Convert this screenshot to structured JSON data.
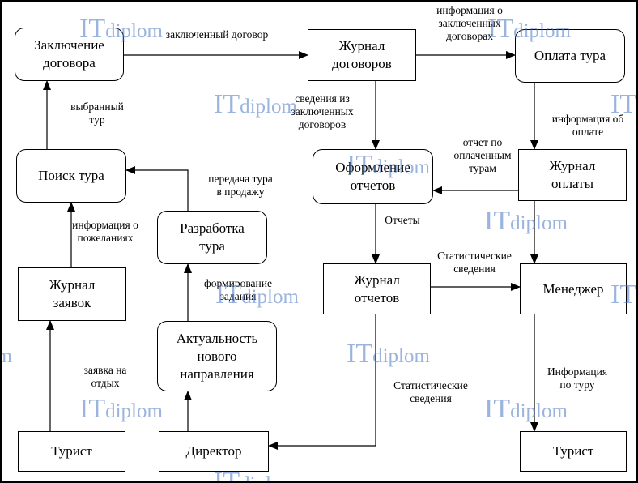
{
  "nodes": {
    "contract": "Заключение\nдоговора",
    "contracts_journal": "Журнал\nдоговоров",
    "tour_payment": "Оплата тура",
    "tour_search": "Поиск тура",
    "reporting": "Оформление\nотчетов",
    "payment_journal": "Журнал\nоплаты",
    "tour_development": "Разработка\nтура",
    "requests_journal": "Журнал\nзаявок",
    "reports_journal": "Журнал\nотчетов",
    "manager": "Менеджер",
    "new_direction": "Актуальность\nнового\nнаправления",
    "tourist_left": "Турист",
    "director": "Директор",
    "tourist_right": "Турист"
  },
  "labels": {
    "concluded_contract": "заключенный договор",
    "contracts_info": "информация о\nзаключенных\nдоговорах",
    "selected_tour": "выбранный\nтур",
    "contracts_details": "сведения из\nзаключенных\nдоговоров",
    "payment_info": "информация об\nоплате",
    "paid_tours_report": "отчет по\nоплаченным\nтурам",
    "tour_for_sale": "передача тура\nв продажу",
    "wishes_info": "информация о\nпожеланиях",
    "reports": "Отчеты",
    "statistics_manager": "Статистические\nсведения",
    "task_forming": "формирование\nзадания",
    "vacation_request": "заявка на\nотдых",
    "statistics_director": "Статистические\nсведения",
    "tour_info": "Информация\nпо туру"
  },
  "watermark": {
    "it": "IT",
    "rest": "diplom"
  }
}
